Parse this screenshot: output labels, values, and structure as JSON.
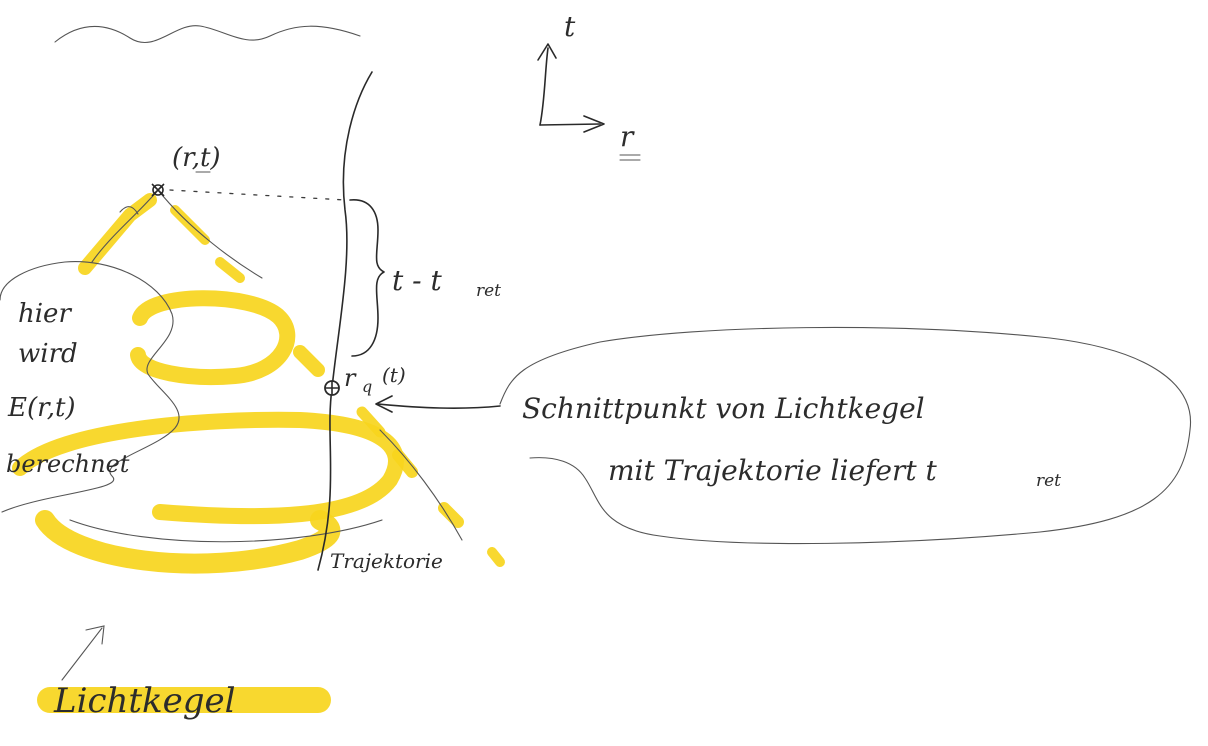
{
  "labels": {
    "axis_t": "t",
    "axis_r": "r",
    "event_point": "(r,t)",
    "delta_t": "t - t",
    "delta_t_sub": "ret",
    "charge_pos": "r",
    "charge_pos_sub": "q",
    "charge_pos_arg": "(t)",
    "region_line1": "hier",
    "region_line2": "wird",
    "region_line3": "E(r,t)",
    "region_line4": "berechnet",
    "bubble_line1": "Schnittpunkt von Lichtkegel",
    "bubble_line2": "mit Trajektorie liefert t",
    "bubble_line2_sub": "ret",
    "trajectory": "Trajektorie",
    "lightcone": "Lichtkegel"
  },
  "colors": {
    "ink": "#2a2a2a",
    "highlighter": "#f7d51d",
    "background": "#ffffff"
  }
}
